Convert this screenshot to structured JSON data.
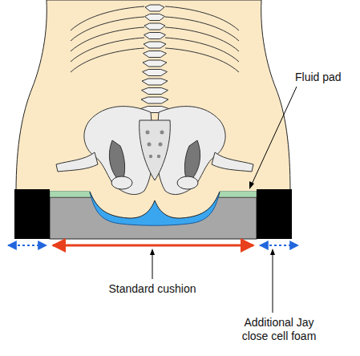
{
  "diagram": {
    "labels": [
      "Fluid pad",
      "Standard cushion",
      "Additional Jay close cell foam"
    ]
  }
}
